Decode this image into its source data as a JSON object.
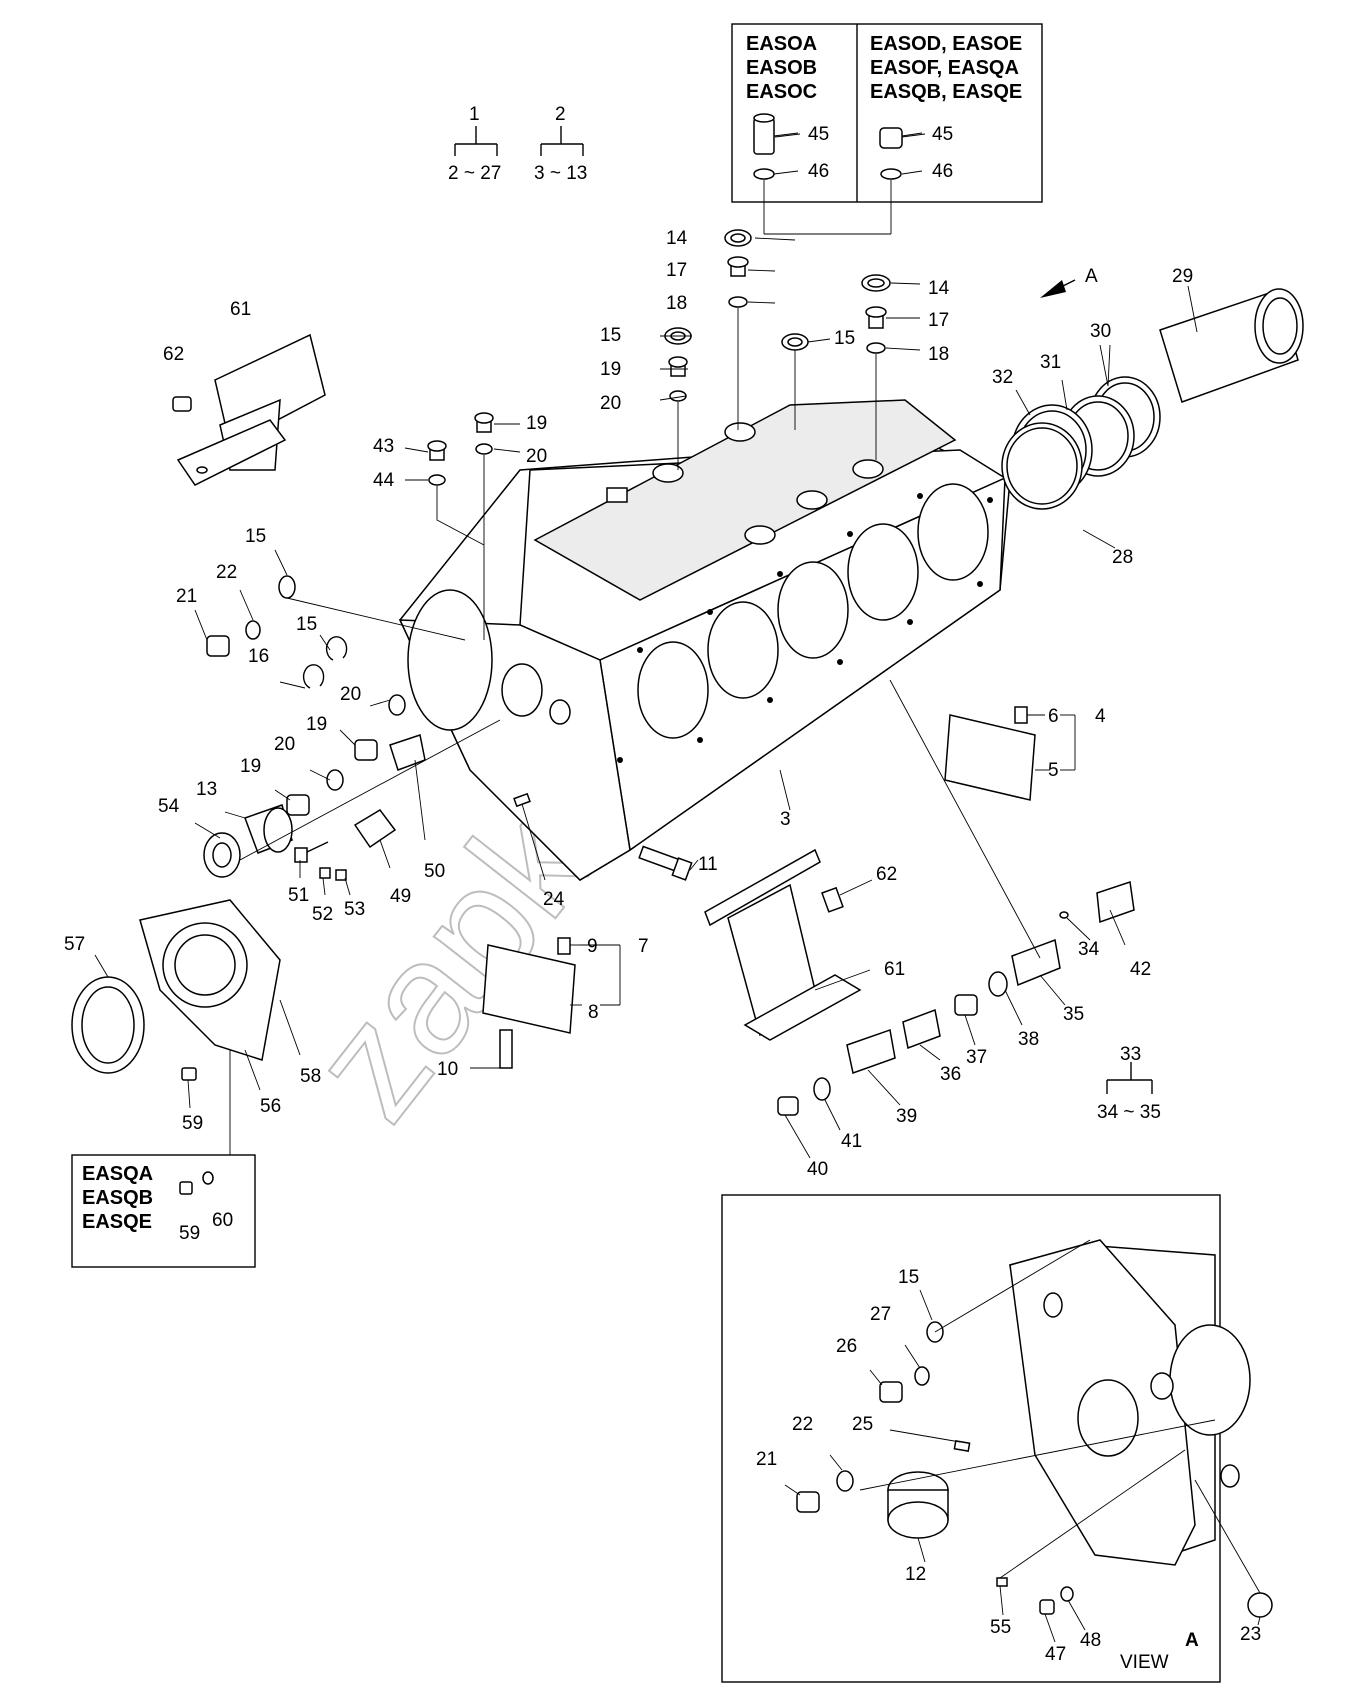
{
  "watermark": "zapkam.ru",
  "corner_mark": "",
  "groups": [
    {
      "parent": "1",
      "range": "2 ~ 27"
    },
    {
      "parent": "2",
      "range": "3 ~ 13"
    },
    {
      "parent": "33",
      "range": "34 ~ 35"
    }
  ],
  "variants_top_left": [
    "EASOA",
    "EASOB",
    "EASOC"
  ],
  "variants_top_right": [
    "EASOD, EASOE",
    "EASOF, EASQA",
    "EASQB, EASQE"
  ],
  "variants_bottom_left": [
    "EASQA",
    "EASQB",
    "EASQE"
  ],
  "view_label": "VIEW",
  "view_letter": "A",
  "arrow_letter": "A",
  "callouts": [
    {
      "id": "45a",
      "text": "45"
    },
    {
      "id": "46a",
      "text": "46"
    },
    {
      "id": "45b",
      "text": "45"
    },
    {
      "id": "46b",
      "text": "46"
    },
    {
      "id": "14a",
      "text": "14"
    },
    {
      "id": "17a",
      "text": "17"
    },
    {
      "id": "18a",
      "text": "18"
    },
    {
      "id": "14b",
      "text": "14"
    },
    {
      "id": "17b",
      "text": "17"
    },
    {
      "id": "18b",
      "text": "18"
    },
    {
      "id": "15a",
      "text": "15"
    },
    {
      "id": "19a",
      "text": "19"
    },
    {
      "id": "20a",
      "text": "20"
    },
    {
      "id": "15b",
      "text": "15"
    },
    {
      "id": "61a",
      "text": "61"
    },
    {
      "id": "62a",
      "text": "62"
    },
    {
      "id": "43",
      "text": "43"
    },
    {
      "id": "44",
      "text": "44"
    },
    {
      "id": "19b",
      "text": "19"
    },
    {
      "id": "20b",
      "text": "20"
    },
    {
      "id": "29",
      "text": "29"
    },
    {
      "id": "30",
      "text": "30"
    },
    {
      "id": "31",
      "text": "31"
    },
    {
      "id": "32",
      "text": "32"
    },
    {
      "id": "28",
      "text": "28"
    },
    {
      "id": "15c",
      "text": "15"
    },
    {
      "id": "22a",
      "text": "22"
    },
    {
      "id": "21a",
      "text": "21"
    },
    {
      "id": "15d",
      "text": "15"
    },
    {
      "id": "16",
      "text": "16"
    },
    {
      "id": "20c",
      "text": "20"
    },
    {
      "id": "19c",
      "text": "19"
    },
    {
      "id": "20d",
      "text": "20"
    },
    {
      "id": "19d",
      "text": "19"
    },
    {
      "id": "54",
      "text": "54"
    },
    {
      "id": "13",
      "text": "13"
    },
    {
      "id": "51",
      "text": "51"
    },
    {
      "id": "52",
      "text": "52"
    },
    {
      "id": "53",
      "text": "53"
    },
    {
      "id": "49",
      "text": "49"
    },
    {
      "id": "50",
      "text": "50"
    },
    {
      "id": "24",
      "text": "24"
    },
    {
      "id": "11",
      "text": "11"
    },
    {
      "id": "3",
      "text": "3"
    },
    {
      "id": "6",
      "text": "6"
    },
    {
      "id": "4",
      "text": "4"
    },
    {
      "id": "5",
      "text": "5"
    },
    {
      "id": "62b",
      "text": "62"
    },
    {
      "id": "61b",
      "text": "61"
    },
    {
      "id": "57",
      "text": "57"
    },
    {
      "id": "58",
      "text": "58"
    },
    {
      "id": "56",
      "text": "56"
    },
    {
      "id": "59a",
      "text": "59"
    },
    {
      "id": "9",
      "text": "9"
    },
    {
      "id": "7",
      "text": "7"
    },
    {
      "id": "8",
      "text": "8"
    },
    {
      "id": "10",
      "text": "10"
    },
    {
      "id": "34a",
      "text": "34"
    },
    {
      "id": "42",
      "text": "42"
    },
    {
      "id": "35",
      "text": "35"
    },
    {
      "id": "38",
      "text": "38"
    },
    {
      "id": "37",
      "text": "37"
    },
    {
      "id": "36",
      "text": "36"
    },
    {
      "id": "39",
      "text": "39"
    },
    {
      "id": "41",
      "text": "41"
    },
    {
      "id": "40",
      "text": "40"
    },
    {
      "id": "59b",
      "text": "59"
    },
    {
      "id": "60",
      "text": "60"
    },
    {
      "id": "15e",
      "text": "15"
    },
    {
      "id": "27",
      "text": "27"
    },
    {
      "id": "26",
      "text": "26"
    },
    {
      "id": "22b",
      "text": "22"
    },
    {
      "id": "25",
      "text": "25"
    },
    {
      "id": "21b",
      "text": "21"
    },
    {
      "id": "12",
      "text": "12"
    },
    {
      "id": "55",
      "text": "55"
    },
    {
      "id": "47",
      "text": "47"
    },
    {
      "id": "48",
      "text": "48"
    },
    {
      "id": "23",
      "text": "23"
    }
  ]
}
